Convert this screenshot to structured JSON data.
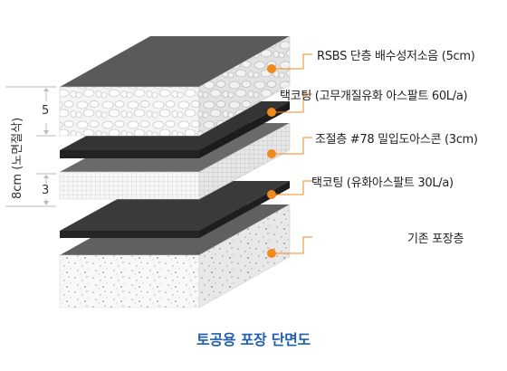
{
  "caption": "토공용 포장 단면도",
  "accent_color": "#f08a1c",
  "layers": [
    {
      "label": "RSBS 단층 배수성저소음 (5cm)"
    },
    {
      "label": "택코팅 (고무개질유화 아스팔트 60L/a)"
    },
    {
      "label": "조절층 #78 밀입도아스콘 (3cm)"
    },
    {
      "label": "택코팅 (유화아스팔트 30L/a)"
    },
    {
      "label": "기존 포장층"
    }
  ],
  "dimensions": {
    "total": "8cm (노면절삭)",
    "upper": "5",
    "lower": "3"
  }
}
